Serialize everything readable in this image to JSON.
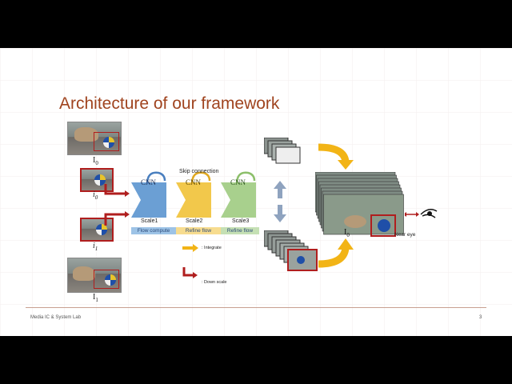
{
  "slide": {
    "title": "Architecture of our framework",
    "footer": "Media IC & System Lab",
    "page_number": "3"
  },
  "labels": {
    "I0": "I",
    "I0_sub": "0",
    "i0": "i",
    "i0_sub": "0",
    "i1": "i",
    "i1_sub": "1",
    "I1": "I",
    "I1_sub": "1",
    "out_I0": "I",
    "out_I0_sub": "0"
  },
  "network": {
    "skip_connection": "Skip connection",
    "cnn_label": "CNN",
    "scales": [
      "Scale1",
      "Scale2",
      "Scale3"
    ],
    "bars": [
      "Flow compute",
      "Refine flow",
      "Refine flow"
    ],
    "colors": [
      "#6b9fd4",
      "#f2c84b",
      "#a8d08d"
    ]
  },
  "legend": {
    "integrate": ": Integrate",
    "down_scale": ": Down scale"
  },
  "near_eye": "Near eye",
  "colors": {
    "title": "#a0441f",
    "red_box": "#b01e1e",
    "integrate_arrow": "#f2b416",
    "flow_arrow": "#8fa3bf"
  }
}
